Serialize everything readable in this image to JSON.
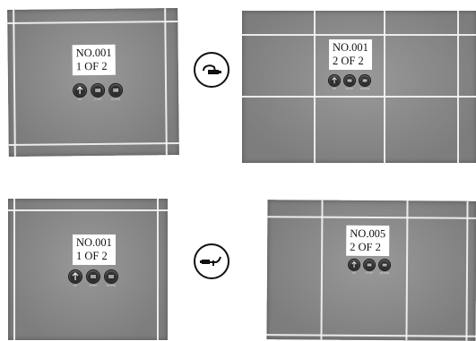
{
  "panels": [
    {
      "line1": "NO.001",
      "line2": "1 OF 2"
    },
    {
      "line1": "NO.001",
      "line2": "2 OF 2"
    },
    {
      "line1": "NO.001",
      "line2": "1 OF 2"
    },
    {
      "line1": "NO.005",
      "line2": "2 OF 2"
    }
  ],
  "buttons": [
    "up-icon",
    "stop-icon",
    "down-icon"
  ],
  "connectors": [
    "plug-connected-icon",
    "plug-disconnected-icon"
  ]
}
